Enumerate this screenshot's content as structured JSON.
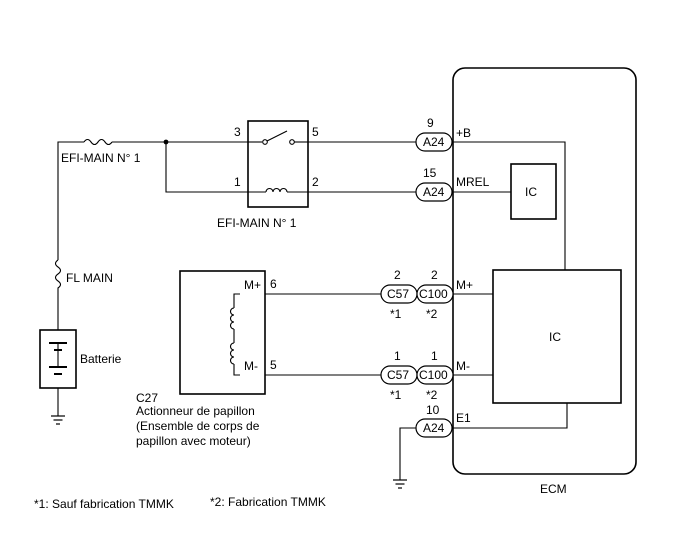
{
  "ecm": {
    "label": "ECM",
    "ic_top": "IC",
    "ic_main": "IC"
  },
  "pins": {
    "plus_b": "+B",
    "mrel": "MREL",
    "m_plus": "M+",
    "m_minus": "M-",
    "e1": "E1"
  },
  "pin_numbers": {
    "ecm_9": "9",
    "ecm_15": "15",
    "ecm_10": "10",
    "c100_m_plus": "2",
    "c57_m_plus": "2",
    "c100_m_minus": "1",
    "c57_m_minus": "1",
    "relay_3": "3",
    "relay_5": "5",
    "relay_1": "1",
    "relay_2": "2",
    "act_6": "6",
    "act_5": "5"
  },
  "connectors": {
    "a24": "A24",
    "c57": "C57",
    "c100": "C100"
  },
  "notes": {
    "mark_1": "*1",
    "mark_2": "*2"
  },
  "fuses": {
    "efi_main": "EFI-MAIN N° 1",
    "fl_main": "FL MAIN"
  },
  "relay": {
    "label": "EFI-MAIN N° 1"
  },
  "battery": {
    "label": "Batterie"
  },
  "actuator": {
    "code": "C27",
    "line1": "Actionneur de papillon",
    "line2": "(Ensemble de corps de",
    "line3": "papillon avec moteur)",
    "pin_plus": "M+",
    "pin_minus": "M-"
  },
  "footnotes": {
    "n1": "*1: Sauf fabrication TMMK",
    "n2": "*2: Fabrication TMMK"
  }
}
